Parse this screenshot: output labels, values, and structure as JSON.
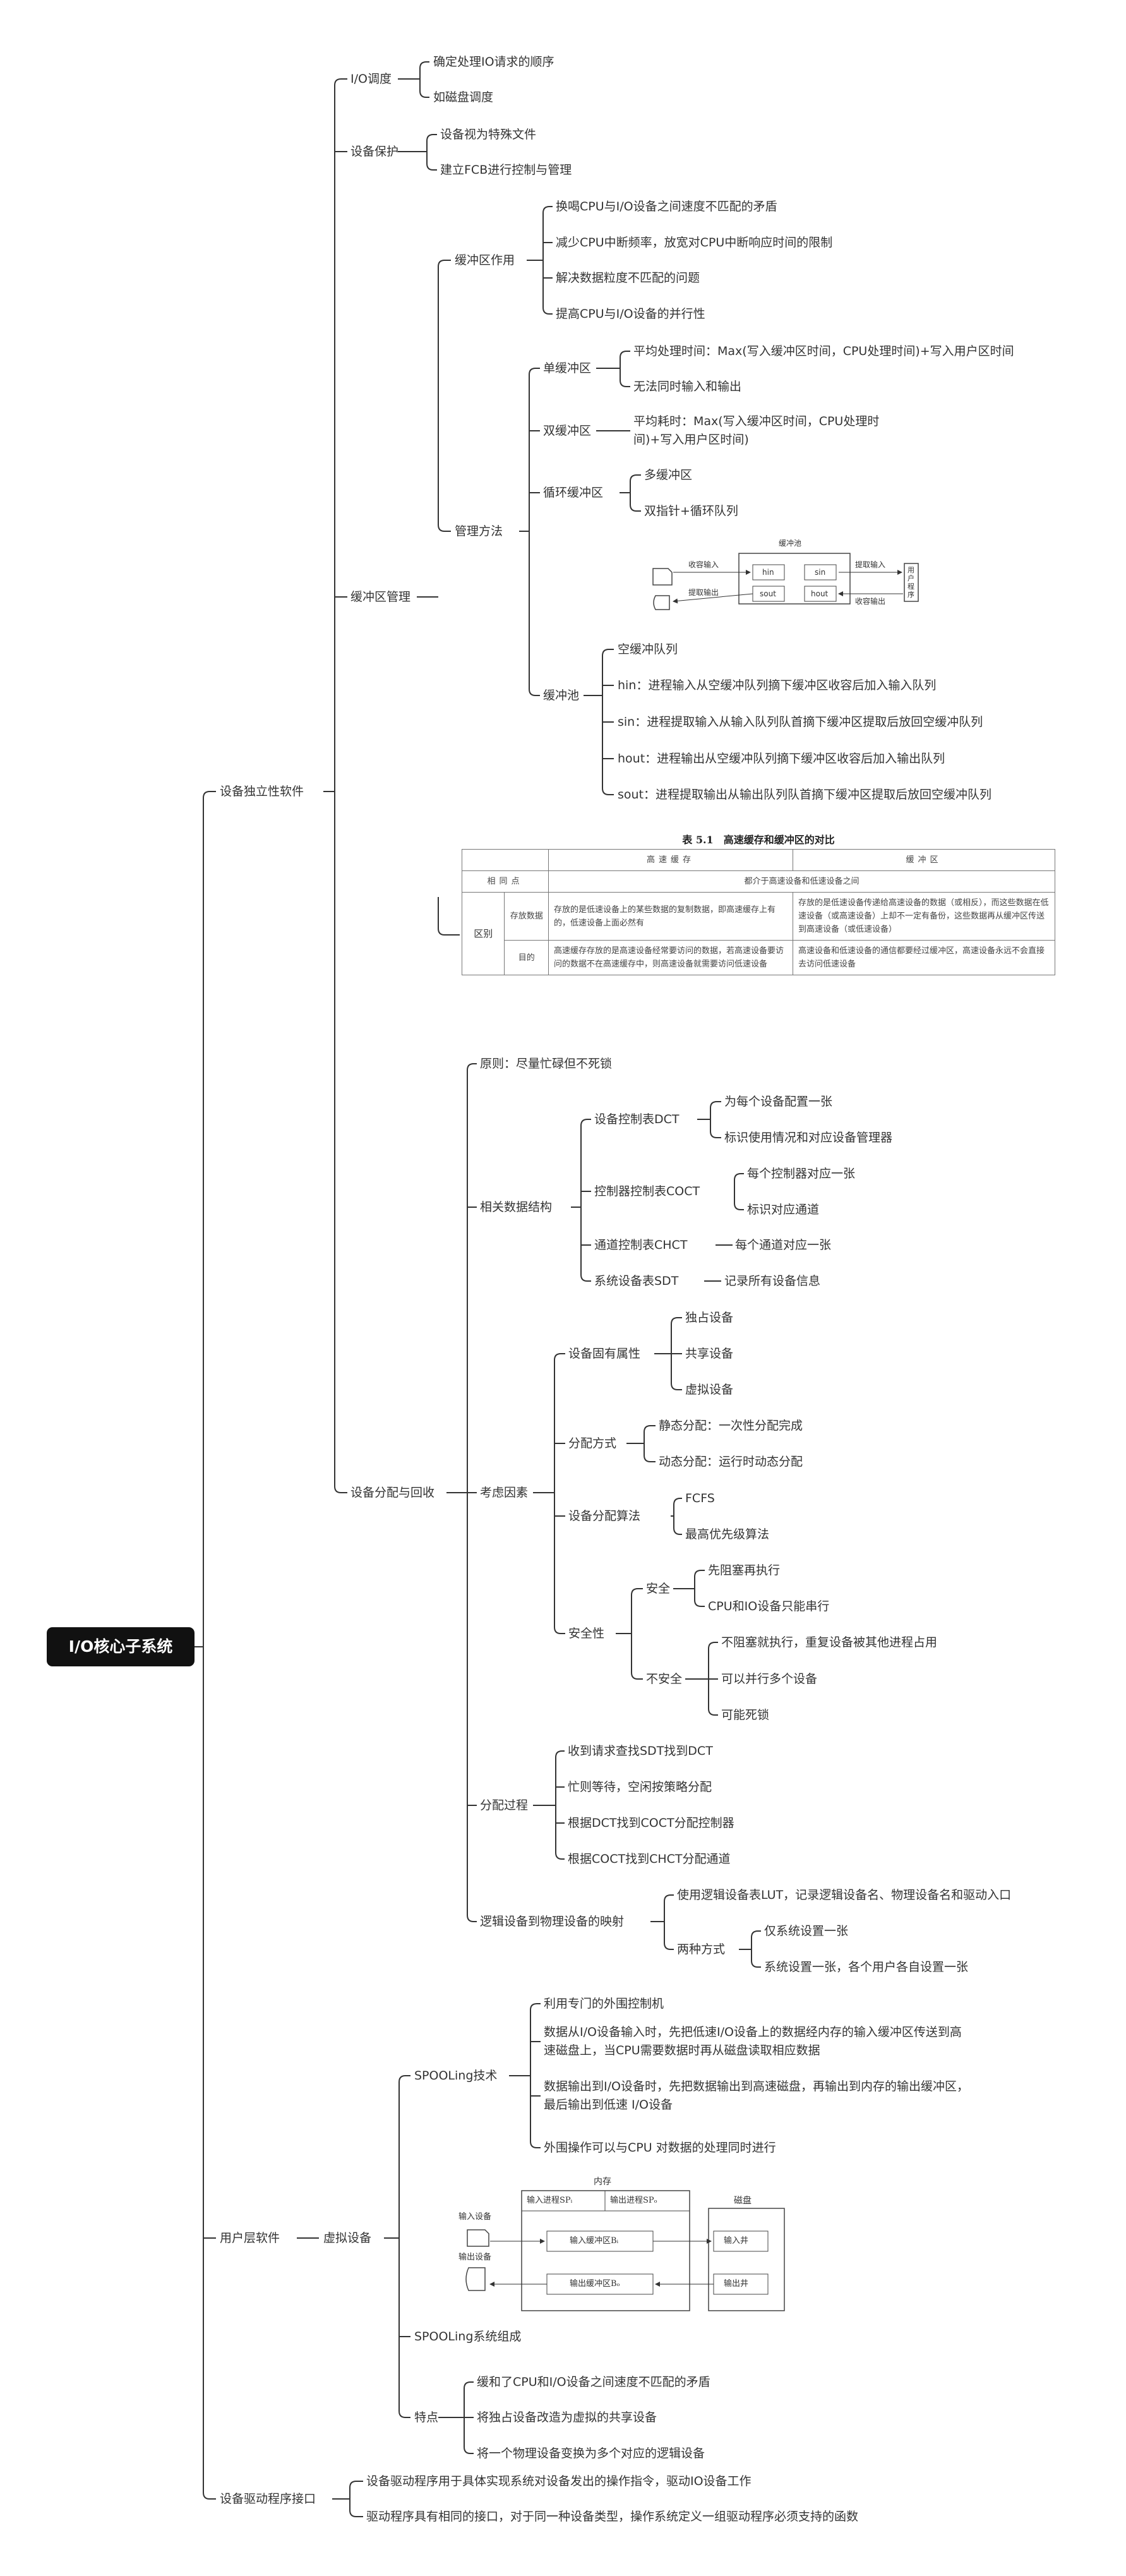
{
  "root": "I/O核心子系统",
  "branches": {
    "device_independent": "设备独立性软件",
    "user_level": "用户层软件",
    "driver_interface": "设备驱动程序接口"
  },
  "io_scheduling": {
    "label": "I/O调度",
    "items": [
      "确定处理IO请求的顺序",
      "如磁盘调度"
    ]
  },
  "device_protection": {
    "label": "设备保护",
    "items": [
      "设备视为特殊文件",
      "建立FCB进行控制与管理"
    ]
  },
  "buffer_management": {
    "label": "缓冲区管理",
    "role": {
      "label": "缓冲区作用",
      "items": [
        "换喝CPU与I/O设备之间速度不匹配的矛盾",
        "减少CPU中断频率，放宽对CPU中断响应时间的限制",
        "解决数据粒度不匹配的问题",
        "提高CPU与I/O设备的并行性"
      ]
    },
    "methods": {
      "label": "管理方法",
      "single": {
        "label": "单缓冲区",
        "items": [
          "平均处理时间：Max(写入缓冲区时间，CPU处理时间)+写入用户区时间",
          "无法同时输入和输出"
        ]
      },
      "double": {
        "label": "双缓冲区",
        "item": "平均耗时：Max(写入缓冲区时间，CPU处理时间)+写入用户区时间)"
      },
      "circular": {
        "label": "循环缓冲区",
        "items": [
          "多缓冲区",
          "双指针+循环队列"
        ]
      },
      "pool": {
        "label": "缓冲池",
        "items": [
          "空缓冲队列",
          "hin：进程输入从空缓冲队列摘下缓冲区收容后加入输入队列",
          "sin：进程提取输入从输入队列队首摘下缓冲区提取后放回空缓冲队列",
          "hout：进程输出从空缓冲队列摘下缓冲区收容后加入输出队列",
          "sout：进程提取输出从输出队列队首摘下缓冲区提取后放回空缓冲队列"
        ],
        "figure": {
          "pool_title": "缓冲池",
          "collect_input": "收容输入",
          "extract_output": "提取输出",
          "extract_input": "提取输入",
          "collect_output": "收容输出",
          "hin": "hin",
          "sin": "sin",
          "sout": "sout",
          "hout": "hout",
          "user_program": "用户程序"
        }
      }
    },
    "table": {
      "caption": "表 5.1　高速缓存和缓冲区的对比",
      "col_cache": "高速缓存",
      "col_buffer": "缓冲区",
      "row_same": "相同点",
      "same_text": "都介于高速设备和低速设备之间",
      "row_diff": "区别",
      "row_data": "存放数据",
      "row_goal": "目的",
      "data_cache": "存放的是低速设备上的某些数据的复制数据，即高速缓存上有的，低速设备上面必然有",
      "data_buffer": "存放的是低速设备传递给高速设备的数据（或相反），而这些数据在低速设备（或高速设备）上却不一定有备份，这些数据再从缓冲区传送到高速设备（或低速设备）",
      "goal_cache": "高速缓存存放的是高速设备经常要访问的数据，若高速设备要访问的数据不在高速缓存中，则高速设备就需要访问低速设备",
      "goal_buffer": "高速设备和低速设备的通信都要经过缓冲区，高速设备永远不会直接去访问低速设备"
    }
  },
  "allocation": {
    "label": "设备分配与回收",
    "principle": "原则：尽量忙碌但不死锁",
    "structures": {
      "label": "相关数据结构",
      "dct": {
        "label": "设备控制表DCT",
        "items": [
          "为每个设备配置一张",
          "标识使用情况和对应设备管理器"
        ]
      },
      "coct": {
        "label": "控制器控制表COCT",
        "items": [
          "每个控制器对应一张",
          "标识对应通道"
        ]
      },
      "chct": {
        "label": "通道控制表CHCT",
        "item": "每个通道对应一张"
      },
      "sdt": {
        "label": "系统设备表SDT",
        "item": "记录所有设备信息"
      }
    },
    "factors": {
      "label": "考虑因素",
      "attr": {
        "label": "设备固有属性",
        "items": [
          "独占设备",
          "共享设备",
          "虚拟设备"
        ]
      },
      "mode": {
        "label": "分配方式",
        "items": [
          "静态分配：一次性分配完成",
          "动态分配：运行时动态分配"
        ]
      },
      "algo": {
        "label": "设备分配算法",
        "items": [
          "FCFS",
          "最高优先级算法"
        ]
      },
      "safety": {
        "label": "安全性",
        "safe": {
          "label": "安全",
          "items": [
            "先阻塞再执行",
            "CPU和IO设备只能串行"
          ]
        },
        "unsafe": {
          "label": "不安全",
          "items": [
            "不阻塞就执行，重复设备被其他进程占用",
            "可以并行多个设备",
            "可能死锁"
          ]
        }
      }
    },
    "process": {
      "label": "分配过程",
      "items": [
        "收到请求查找SDT找到DCT",
        "忙则等待，空闲按策略分配",
        "根据DCT找到COCT分配控制器",
        "根据COCT找到CHCT分配通道"
      ]
    },
    "mapping": {
      "label": "逻辑设备到物理设备的映射",
      "lut": "使用逻辑设备表LUT，记录逻辑设备名、物理设备名和驱动入口",
      "two_ways": {
        "label": "两种方式",
        "items": [
          "仅系统设置一张",
          "系统设置一张，各个用户各自设置一张"
        ]
      }
    }
  },
  "virtual_device": {
    "label": "虚拟设备",
    "spooling": {
      "label": "SPOOLing技术",
      "items": [
        "利用专门的外围控制机",
        "数据从I/O设备输入时，先把低速I/O设备上的数据经内存的输入缓冲区传送到高速磁盘上，当CPU需要数据时再从磁盘读取相应数据",
        "数据输出到I/O设备时，先把数据输出到高速磁盘，再输出到内存的输出缓冲区，最后输出到低速 I/O设备",
        "外围操作可以与CPU 对数据的处理同时进行"
      ]
    },
    "figure": {
      "memory": "内存",
      "input_proc": "输入进程SPᵢ",
      "output_proc": "输出进程SPₒ",
      "disk": "磁盘",
      "input_device": "输入设备",
      "output_device": "输出设备",
      "input_buf": "输入缓冲区Bᵢ",
      "output_buf": "输出缓冲区Bₒ",
      "input_well": "输入井",
      "output_well": "输出井"
    },
    "composition": "SPOOLing系统组成",
    "features": {
      "label": "特点",
      "items": [
        "缓和了CPU和I/O设备之间速度不匹配的矛盾",
        "将独占设备改造为虚拟的共享设备",
        "将一个物理设备变换为多个对应的逻辑设备"
      ]
    }
  },
  "driver": {
    "items": [
      "设备驱动程序用于具体实现系统对设备发出的操作指令，驱动IO设备工作",
      "驱动程序具有相同的接口，对于同一种设备类型，操作系统定义一组驱动程序必须支持的函数"
    ]
  },
  "colors": {
    "line": "#333333",
    "root_bg": "#111111",
    "text": "#333333"
  }
}
